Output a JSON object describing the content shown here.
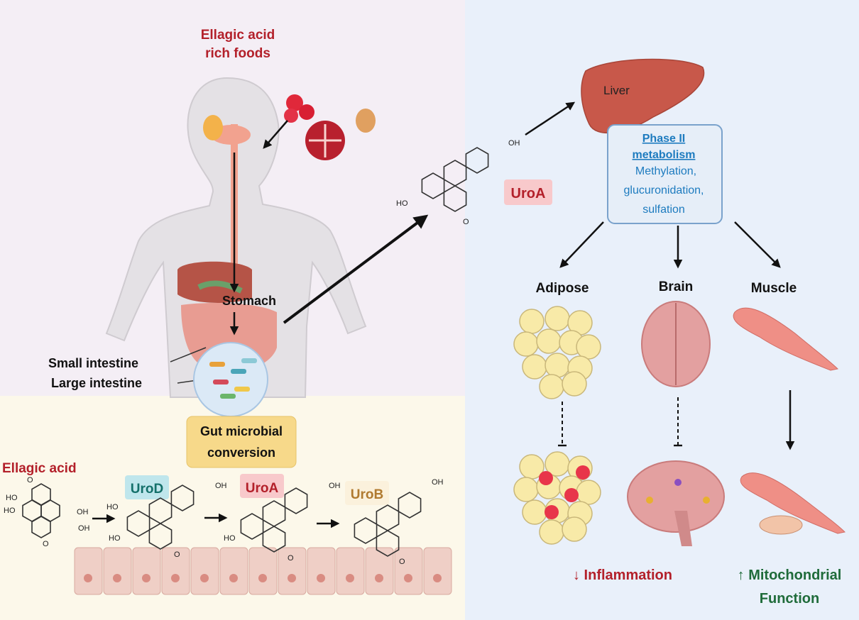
{
  "left": {
    "foods_title_line1": "Ellagic acid",
    "foods_title_line2": "rich foods",
    "stomach": "Stomach",
    "small_intestine": "Small intestine",
    "large_intestine": "Large intestine",
    "gut_box_line1": "Gut microbial",
    "gut_box_line2": "conversion",
    "ellagic_acid": "Ellagic acid",
    "uro_d": "UroD",
    "uro_a": "UroA",
    "uro_b": "UroB",
    "oh": "OH",
    "ho": "HO",
    "o": "O"
  },
  "right": {
    "uro_a": "UroA",
    "liver": "Liver",
    "phase_title_line1": "Phase II",
    "phase_title_line2": "metabolism",
    "phase_line1": "Methylation,",
    "phase_line2": "glucuronidation,",
    "phase_line3": "sulfation",
    "adipose": "Adipose",
    "brain": "Brain",
    "muscle": "Muscle",
    "inflammation": "↓ Inflammation",
    "mito_line1": "↑ Mitochondrial",
    "mito_line2": "Function"
  },
  "colors": {
    "red_label": "#b3202a",
    "green_label": "#1f6b3a",
    "blue_text": "#1d7bbf",
    "top_left_bg": "#f4eef5",
    "bottom_left_bg": "#fcf8ea",
    "right_bg": "#e9f0fa"
  }
}
